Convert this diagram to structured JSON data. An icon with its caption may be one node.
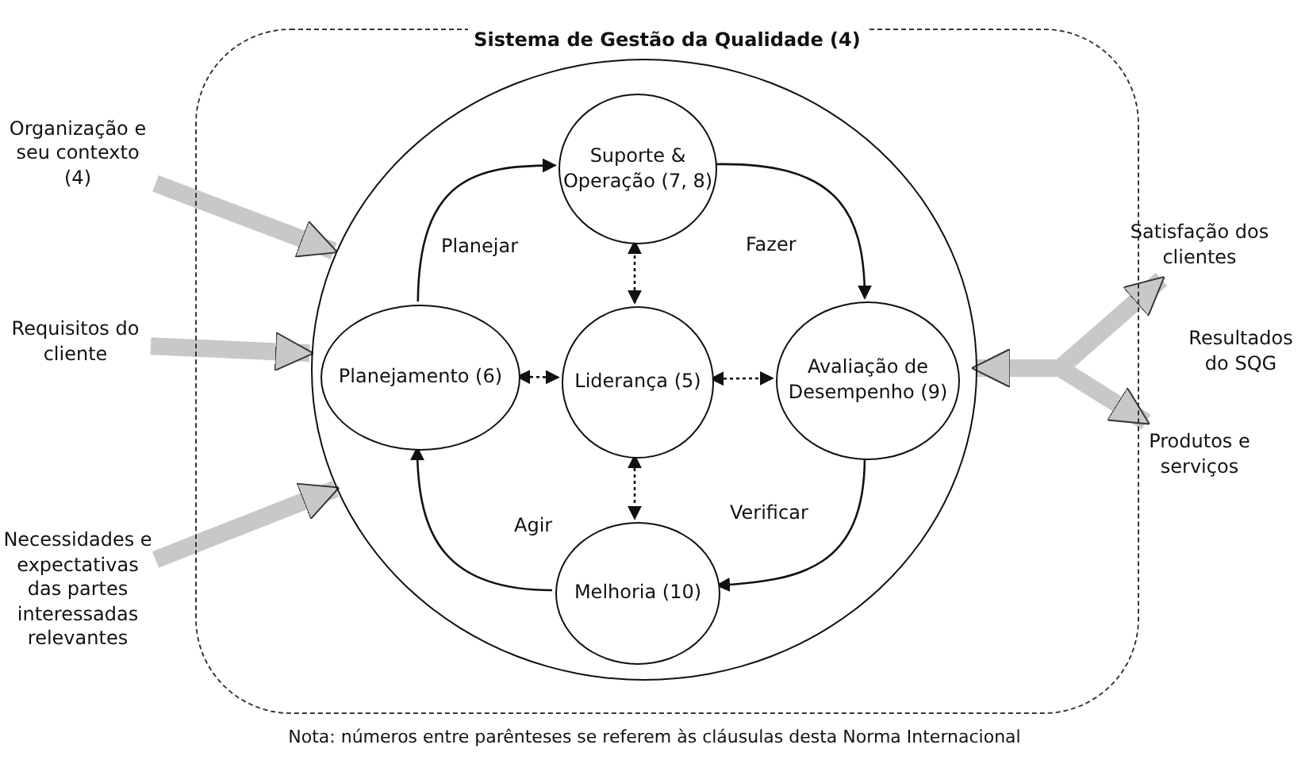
{
  "diagram": {
    "caption": "Nota: números entre parênteses se referem às cláusulas desta Norma Internacional",
    "nodes": [
      {
        "text": [
          "Sistema de Gestão da Qualidade (4)"
        ]
      },
      {
        "text": [],
        "shape": "circle",
        "in": 0
      },
      {
        "text": [
          "Suporte & Operação (7, 8)"
        ],
        "in": 1
      },
      {
        "text": [
          "Planejamento (6)"
        ],
        "in": 1
      },
      {
        "text": [
          "Liderança (5)"
        ],
        "in": 1
      },
      {
        "text": [
          "Avaliação de Desempenho (9)"
        ],
        "in": 1
      },
      {
        "text": [
          "Melhoria (10)"
        ],
        "in": 1
      },
      {
        "text": [
          "Organização e seu contexto (4)"
        ]
      },
      {
        "text": [
          "Requisitos do cliente"
        ]
      },
      {
        "text": [
          "Necessidades e expectativas das partes interessadas relevantes"
        ]
      },
      {
        "text": [
          "Satisfação dos clientes"
        ]
      },
      {
        "text": [
          "Produtos e serviços"
        ]
      }
    ],
    "edges": [
      {
        "from": 7,
        "to": 1,
        "arrow": "to",
        "style": "thick",
        "color": "#c8c8c8"
      },
      {
        "from": 8,
        "to": 1,
        "arrow": "to",
        "style": "thick",
        "color": "#c8c8c8"
      },
      {
        "from": 9,
        "to": 1,
        "arrow": "to",
        "style": "thick",
        "color": "#c8c8c8"
      },
      {
        "from": 1,
        "to": 10,
        "arrow": "both",
        "style": "thick",
        "color": "#c8c8c8"
      },
      {
        "from": 1,
        "to": 11,
        "arrow": "both",
        "style": "thick",
        "color": "#c8c8c8"
      },
      {
        "from": 4,
        "to": 2,
        "arrow": "both",
        "style": "dashed"
      },
      {
        "from": 4,
        "to": 3,
        "arrow": "both",
        "style": "dashed"
      },
      {
        "from": 4,
        "to": 5,
        "arrow": "both",
        "style": "dashed"
      },
      {
        "from": 4,
        "to": 6,
        "arrow": "both",
        "style": "dashed"
      },
      {
        "from": 3,
        "to": 2,
        "arrow": "to",
        "label": "Planejar"
      },
      {
        "from": 2,
        "to": 5,
        "arrow": "to",
        "label": "Fazer"
      },
      {
        "from": 5,
        "to": 6,
        "arrow": "to",
        "label": "Verificar"
      },
      {
        "from": 6,
        "to": 3,
        "arrow": "to",
        "label": "Agir"
      }
    ],
    "labels": [
      "Resultados do SQG"
    ]
  }
}
